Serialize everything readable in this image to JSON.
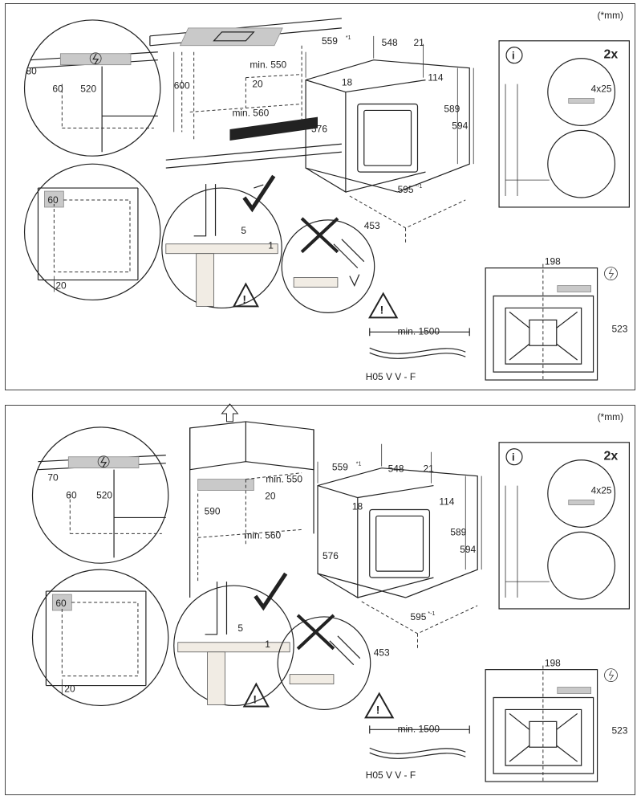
{
  "unit_note": "(*mm)",
  "top": {
    "counter_dims": {
      "d80": "80",
      "d60": "60",
      "d520": "520",
      "d600": "600",
      "min550": "min. 550",
      "d20": "20",
      "min560": "min. 560"
    },
    "cabinet_detail": {
      "d60": "60",
      "d20": "20"
    },
    "oven_dims": {
      "d559": "559",
      "d559_sup": "*1",
      "d548": "548",
      "d21": "21",
      "d18": "18",
      "d114": "114",
      "d589": "589",
      "d594": "594",
      "d576": "576",
      "d595": "595",
      "d595_sup": "*-1",
      "d453": "453"
    },
    "gap_detail": {
      "d5": "5",
      "d1": "1"
    },
    "cable": {
      "min1500": "min. 1500",
      "type": "H05 V V - F"
    },
    "info_box": {
      "count": "2x",
      "screws": "4x25"
    },
    "front_view": {
      "d198": "198",
      "d523": "523"
    }
  },
  "bottom": {
    "column_dims": {
      "d70": "70",
      "d60": "60",
      "d520": "520",
      "d590": "590",
      "min550": "min. 550",
      "d20": "20",
      "min560": "min. 560"
    },
    "cabinet_detail": {
      "d60": "60",
      "d20": "20"
    },
    "oven_dims": {
      "d559": "559",
      "d559_sup": "*1",
      "d548": "548",
      "d21": "21",
      "d18": "18",
      "d114": "114",
      "d589": "589",
      "d594": "594",
      "d576": "576",
      "d595": "595",
      "d595_sup": "*-1",
      "d453": "453"
    },
    "gap_detail": {
      "d5": "5",
      "d1": "1"
    },
    "cable": {
      "min1500": "min. 1500",
      "type": "H05 V V - F"
    },
    "info_box": {
      "count": "2x",
      "screws": "4x25"
    },
    "front_view": {
      "d198": "198",
      "d523": "523"
    }
  },
  "icons": [
    "electric-symbol-icon",
    "info-icon",
    "checkmark-icon",
    "cross-icon",
    "warning-icon",
    "arrow-up-icon"
  ],
  "colors": {
    "line": "#222222",
    "shade": "#c9c9c9",
    "background": "#ffffff"
  }
}
